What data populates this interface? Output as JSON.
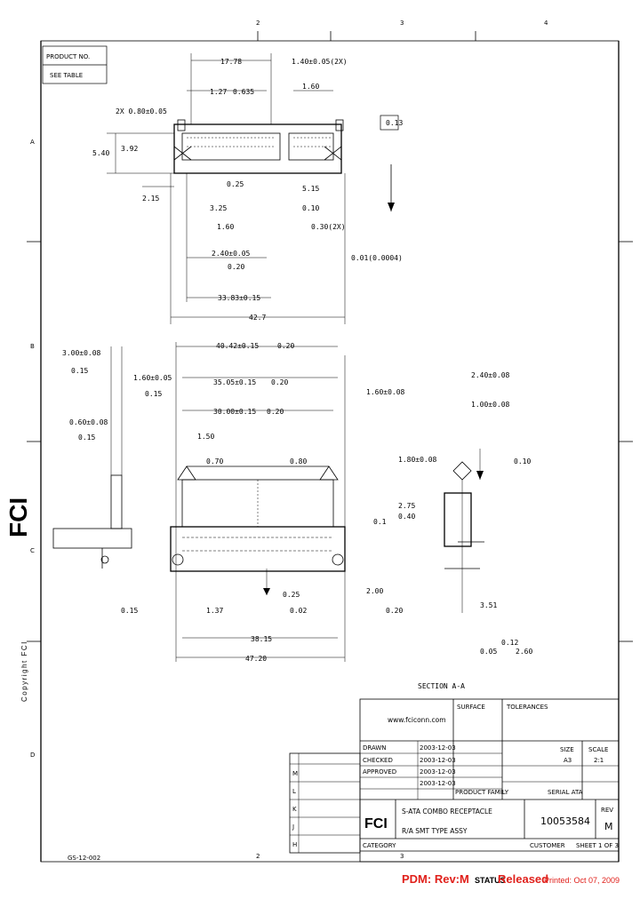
{
  "zones_top": [
    "2",
    "3",
    "4"
  ],
  "zones_bottom": [
    "2",
    "3"
  ],
  "rows_left": [
    "A",
    "B",
    "C",
    "D"
  ],
  "product_box": {
    "line1": "PRODUCT NO.",
    "line2": "SEE TABLE"
  },
  "brand": {
    "logo": "FCI",
    "copyright": "Copyright FCI",
    "website": "www.fciconn.com"
  },
  "plan_view_dims": {
    "d1": "17.78",
    "d2": "1.40±0.05(2X)",
    "d3": "1.27",
    "d4": "0.635",
    "d5": "1.60",
    "d6": "2X 0.80±0.05",
    "d7": "5.40",
    "d8": "3.92",
    "d9": "2.15",
    "d10": "0.25",
    "d11": "5.15",
    "d12": "0.13",
    "d13": "3.25",
    "d14": "0.10",
    "d15": "2.40±0.05",
    "d16": "0.20",
    "d17": "1.60",
    "d18": "0.30(2X)",
    "d19": "33.83±0.15",
    "d20": "42.7",
    "d21": "0.01(0.0004)"
  },
  "front_view_dims": {
    "e1": "40.42±0.15",
    "e2": "0.20",
    "e3": "35.05±0.15",
    "e4": "0.20",
    "e5": "30.00±0.15",
    "e6": "0.20",
    "e7": "3.00±0.08",
    "e8": "0.15",
    "e9": "1.60±0.05",
    "e10": "0.15",
    "e11": "0.60±0.08",
    "e12": "0.15",
    "e13": "1.50",
    "e14": "0.70",
    "e15": "0.80",
    "e16": "0.15",
    "e17": "1.37",
    "e18": "0.25",
    "e19": "0.02",
    "e20": "38.15",
    "e21": "47.20",
    "e22": "2.00",
    "e23": "0.20",
    "e24": "0.1"
  },
  "side_view_dims": {
    "s1": "2.40±0.08",
    "s2": "1.60±0.08",
    "s3": "1.00±0.08",
    "s4": "1.80±0.08",
    "s5": "0.10",
    "s6": "2.75",
    "s7": "0.12",
    "s8": "0.05",
    "s9": "3.51",
    "s10": "2.60",
    "s11": "0.40",
    "s12": "SECTION A-A"
  },
  "title_block": {
    "surface_label": "SURFACE",
    "tolerance_label": "TOLERANCES",
    "drawn_label": "DRAWN",
    "checked_label": "CHECKED",
    "approved_label": "APPROVED",
    "scale_label": "SCALE",
    "scale_val": "2:1",
    "product_family_label": "PRODUCT FAMILY",
    "product_family_val": "SERIAL ATA",
    "title_line1": "S-ATA COMBO RECEPTACLE",
    "title_line2": "R/A SMT TYPE ASSY",
    "doc_no": "10053584",
    "rev_label": "REV",
    "rev_val": "M",
    "category_label": "CATEGORY",
    "customer_label": "CUSTOMER",
    "sheet_label": "SHEET 1 OF 3",
    "size_label": "SIZE",
    "size_val": "A3",
    "dates": [
      "2003-12-03",
      "2003-12-03",
      "2003-12-03",
      "2003-12-03"
    ]
  },
  "rev_rows": [
    "M",
    "L",
    "K",
    "J",
    "H"
  ],
  "footer": {
    "pdm": "PDM: Rev:M",
    "status_label": "STATUS",
    "status": "Released",
    "printed": "Printed: Oct 07, 2009",
    "form": "GS-12-002"
  }
}
